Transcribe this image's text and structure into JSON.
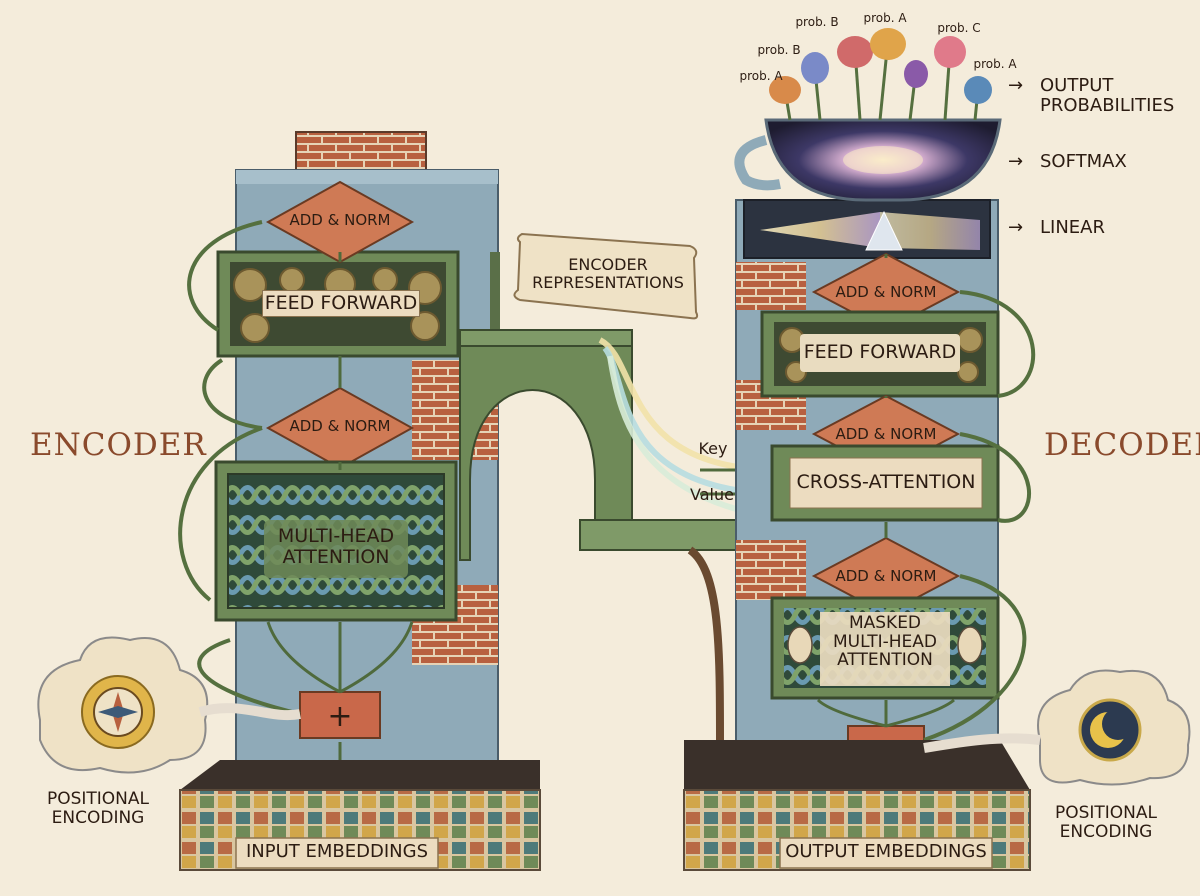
{
  "encoder": {
    "title": "ENCODER",
    "add_norm_top": "ADD & NORM",
    "feed_forward": "FEED FORWARD",
    "add_norm_bottom": "ADD & NORM",
    "attention": "MULTI-HEAD\nATTENTION",
    "embeddings": "INPUT EMBEDDINGS",
    "positional": "POSITIONAL\nENCODING"
  },
  "bridge": {
    "scroll": "ENCODER\nREPRESENTATIONS",
    "key": "Key",
    "value": "Value"
  },
  "decoder": {
    "title": "DECODER",
    "add_norm_top": "ADD & NORM",
    "feed_forward": "FEED FORWARD",
    "add_norm_mid": "ADD & NORM",
    "cross_attention": "CROSS-ATTENTION",
    "add_norm_bottom": "ADD & NORM",
    "masked_attention": "MASKED\nMULTI-HEAD\nATTENTION",
    "embeddings": "OUTPUT EMBEDDINGS",
    "positional": "POSITIONAL\nENCODING"
  },
  "output_stack": {
    "output_probabilities": "OUTPUT\nPROBABILITIES",
    "softmax": "SOFTMAX",
    "linear": "LINEAR",
    "arrow": "→"
  },
  "probabilities": [
    "prob. A",
    "prob. B",
    "prob. B",
    "prob. A",
    "prob. C",
    "prob. A"
  ],
  "colors": {
    "background": "#f4ecdb",
    "tower_blue": "#8faab8",
    "panel_green": "#6f8a58",
    "brick": "#b8603f",
    "diamond": "#cf7a55",
    "title_brown": "#8a4a2c"
  }
}
